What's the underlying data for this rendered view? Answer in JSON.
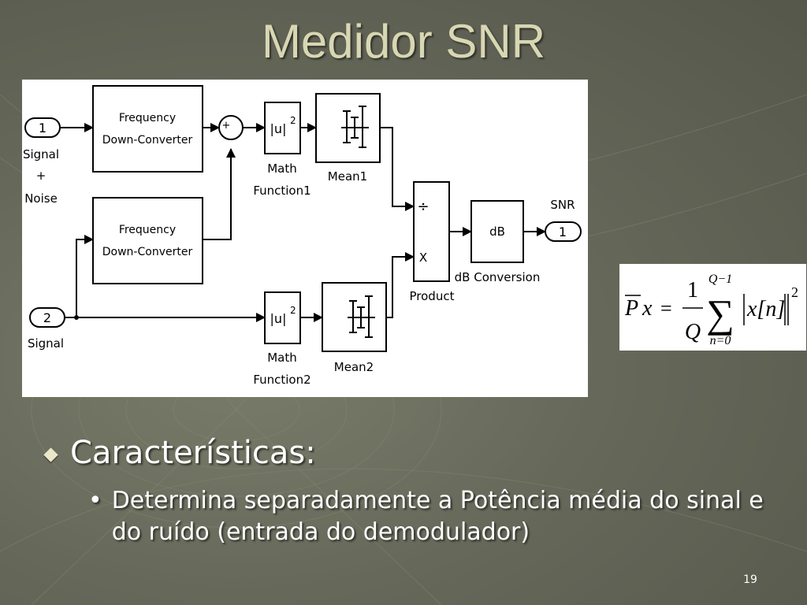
{
  "slide": {
    "title": "Medidor SNR",
    "bullet_main": "Características:",
    "bullet_sub": "Determina separadamente a Potência média do sinal e do ruído (entrada do demodulador)",
    "page_number": "19"
  },
  "diagram": {
    "blocks": {
      "fdc1": {
        "line1": "Frequency",
        "line2": "Down-Converter"
      },
      "fdc2": {
        "line1": "Frequency",
        "line2": "Down-Converter"
      },
      "sum": {
        "plus": "+",
        "minus": "-"
      },
      "math1": {
        "glyph": "|u|",
        "exp": "2",
        "label1": "Math",
        "label2": "Function1"
      },
      "math2": {
        "glyph": "|u|",
        "exp": "2",
        "label1": "Math",
        "label2": "Function2"
      },
      "mean1": {
        "label": "Mean1"
      },
      "mean2": {
        "label": "Mean2"
      },
      "product": {
        "div": "÷",
        "mul": "X",
        "label": "Product"
      },
      "db": {
        "text": "dB",
        "label": "dB Conversion"
      }
    },
    "ports": {
      "in1": {
        "num": "1",
        "label1": "Signal",
        "label2": "+",
        "label3": "Noise"
      },
      "in2": {
        "num": "2",
        "label": "Signal"
      },
      "out1": {
        "num": "1",
        "label": "SNR"
      }
    }
  },
  "formula": {
    "lhs": "P",
    "lhs_var": "x",
    "equals": "=",
    "numerator": "1",
    "denominator": "Q",
    "sum_upper": "Q−1",
    "sum_lower": "n=0",
    "sigma": "∑",
    "body": "x[n]",
    "exponent": "2"
  }
}
